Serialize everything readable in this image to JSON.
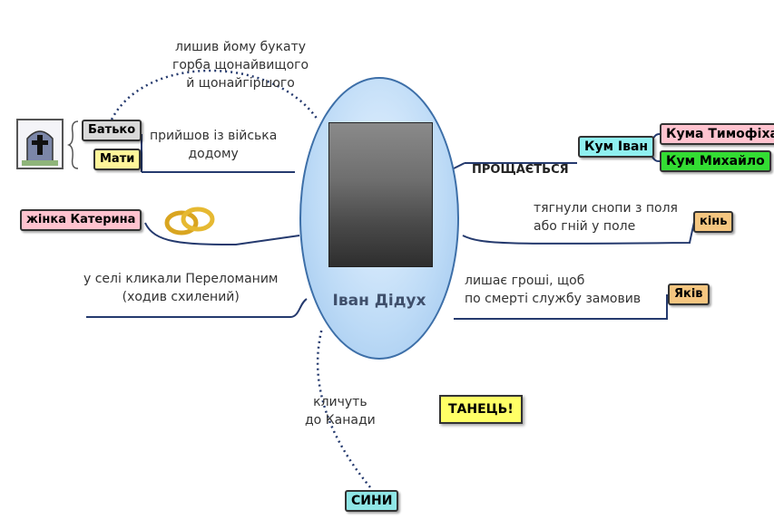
{
  "center": {
    "title": "Іван Дідух",
    "portrait_icon": "portrait-photo"
  },
  "nodes": {
    "batko": "Батько",
    "maty": "Мати",
    "zhinka": "жінка Катерина",
    "kum_ivan": "Кум Іван",
    "kuma_tymofikha": "Кума Тимофіха",
    "kum_mykhailo": "Кум Михайло",
    "kin": "кінь",
    "yakiv": "Яків",
    "syny": "СИНИ",
    "dance": "ТАНЕЦЬ!"
  },
  "labels": {
    "top": [
      "лишив йому букату",
      "горба щонайвищого",
      "й щонайгіршого"
    ],
    "parents": [
      "прийшов із війська",
      "додому"
    ],
    "proshchaietsia": "ПРОЩАЄТЬСЯ",
    "snopy": [
      "тягнули снопи з поля",
      "або гній у поле"
    ],
    "money": [
      "лишає гроші, щоб",
      "по смерті службу замовив"
    ],
    "village": [
      "у селі кликали Переломаним",
      "(ходив схилений)"
    ],
    "canada": [
      "кличуть",
      "до Канади"
    ]
  },
  "icons": {
    "tombstone": "tombstone-icon",
    "rings": "wedding-rings-icon"
  },
  "colors": {
    "gray": "#d9d9d9",
    "yellow": "#fff59a",
    "pink": "#ffc3cf",
    "cyan": "#8ff0f0",
    "green": "#33dd33",
    "tan": "#f5c680",
    "teal": "#8fe6e6",
    "line": "#253a6e"
  }
}
